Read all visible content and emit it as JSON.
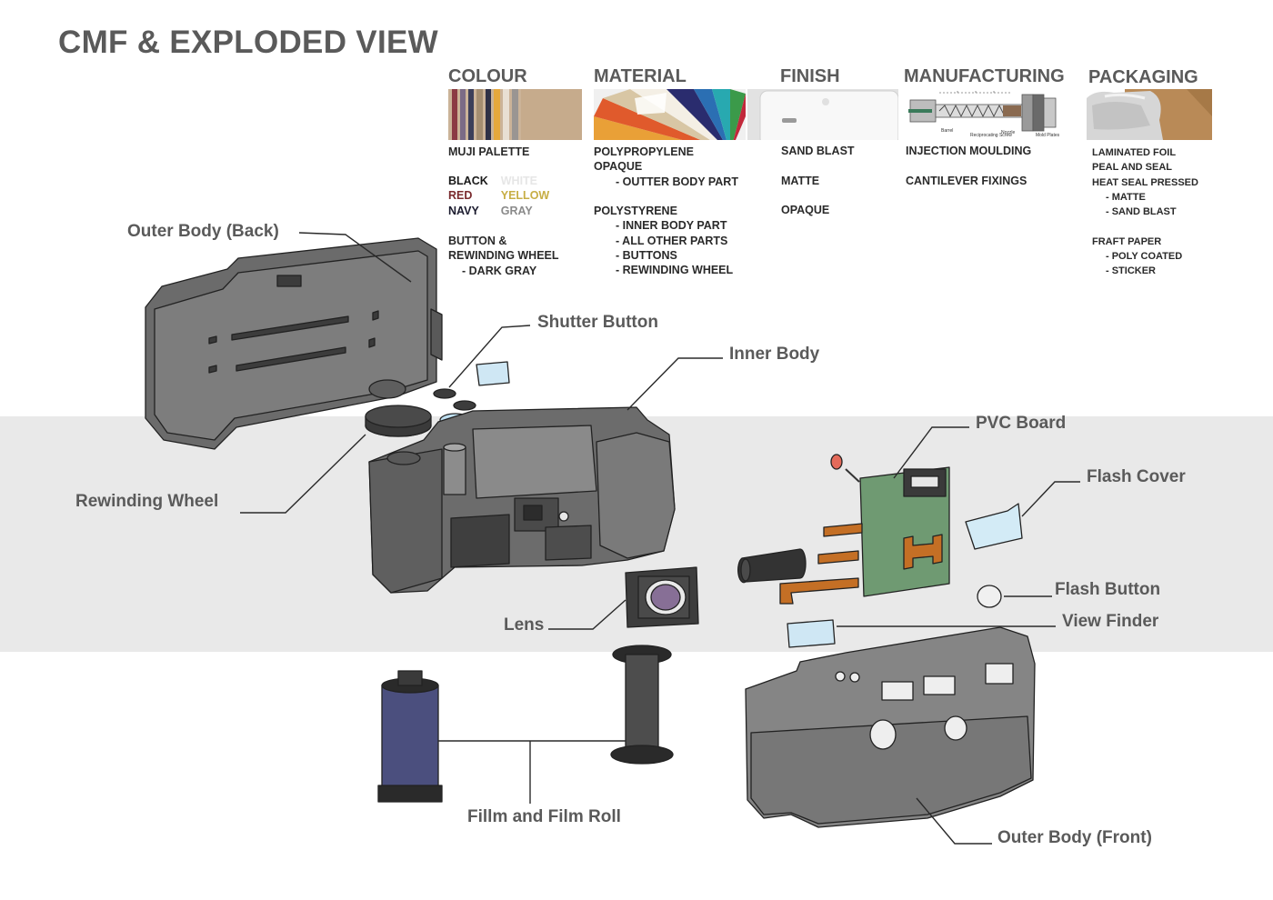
{
  "title": "CMF & EXPLODED VIEW",
  "columns": {
    "colour": {
      "heading": "COLOUR",
      "palette_name": "MUJI PALETTE",
      "colors": [
        {
          "name": "BLACK",
          "hex": "#1a1a1a"
        },
        {
          "name": "WHITE",
          "hex": "#e6e6e6"
        },
        {
          "name": "RED",
          "hex": "#7a2b2e"
        },
        {
          "name": "YELLOW",
          "hex": "#c7ae45"
        },
        {
          "name": "NAVY",
          "hex": "#1b1b2e"
        },
        {
          "name": "GRAY",
          "hex": "#8a8a8a"
        }
      ],
      "notes": [
        "BUTTON &",
        "REWINDING WHEEL",
        "- DARK GRAY"
      ]
    },
    "material": {
      "heading": "MATERIAL",
      "lines": [
        "POLYPROPYLENE",
        "OPAQUE",
        "- OUTTER BODY PART",
        "",
        "POLYSTYRENE",
        "- INNER BODY PART",
        "- ALL OTHER PARTS",
        "- BUTTONS",
        "- REWINDING WHEEL"
      ]
    },
    "finish": {
      "heading": "FINISH",
      "lines": [
        "SAND BLAST",
        "",
        "MATTE",
        "",
        "OPAQUE"
      ]
    },
    "manufacturing": {
      "heading": "MANUFACTURING",
      "lines": [
        "INJECTION MOULDING",
        "",
        "CANTILEVER FIXINGS"
      ],
      "diagram_labels": [
        "Barrel",
        "Reciprocating Screw",
        "Nozzle",
        "Mold Plates"
      ]
    },
    "packaging": {
      "heading": "PACKAGING",
      "lines": [
        "LAMINATED FOIL",
        "PEAL AND SEAL",
        "HEAT SEAL PRESSED",
        "- MATTE",
        "- SAND BLAST",
        "",
        "FRAFT PAPER",
        "- POLY COATED",
        "- STICKER"
      ]
    }
  },
  "parts": {
    "outer_body_back": "Outer Body (Back)",
    "shutter_button": "Shutter Button",
    "inner_body": "Inner Body",
    "pvc_board": "PVC Board",
    "flash_cover": "Flash Cover",
    "rewinding_wheel": "Rewinding Wheel",
    "flash_button": "Flash Button",
    "lens": "Lens",
    "view_finder": "View Finder",
    "film_roll": "Fillm and Film Roll",
    "outer_body_front": "Outer Body (Front)"
  },
  "colors": {
    "band": "#e9e9e9",
    "heading": "#5a5a5a",
    "body_gray": "#6e6e6e",
    "pvc_green": "#6f9a72",
    "bracket_orange": "#c46f25",
    "film_navy": "#4b4f7e"
  }
}
